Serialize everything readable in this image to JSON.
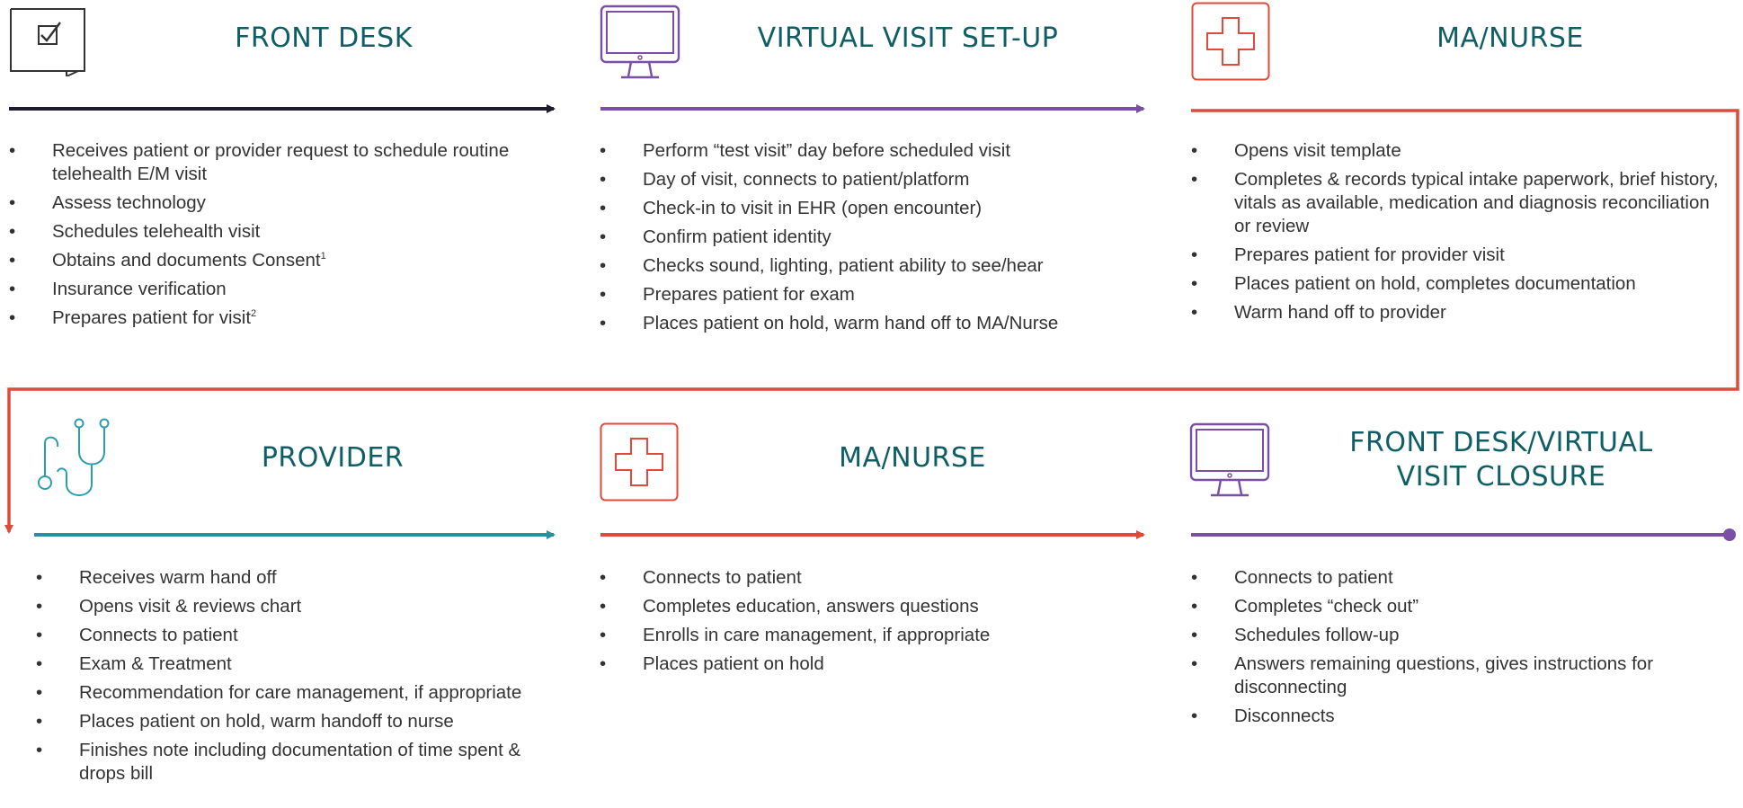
{
  "colors": {
    "title_teal": "#0f5e66",
    "arrow_dark": "#1f1a2e",
    "arrow_purple": "#7b4fa6",
    "arrow_red": "#e04a3a",
    "arrow_teal": "#2a8fa0",
    "icon_purple": "#7b4fa6",
    "icon_red": "#e04a3a",
    "icon_teal": "#2a9fb0",
    "icon_dark": "#333333"
  },
  "steps": [
    {
      "title": "FRONT DESK",
      "icon": "checkbox-chat-icon",
      "bullets": [
        "Receives patient or provider request to schedule routine telehealth E/M visit",
        "Assess technology",
        "Schedules telehealth visit",
        "Obtains and documents Consent",
        "Insurance verification",
        "Prepares patient for visit"
      ],
      "footnotes": {
        "3": "1",
        "5": "2"
      }
    },
    {
      "title": "VIRTUAL VISIT SET-UP",
      "icon": "monitor-icon",
      "bullets": [
        "Perform “test visit” day before scheduled visit",
        "Day of visit, connects to patient/platform",
        "Check-in to visit in EHR (open encounter)",
        "Confirm patient identity",
        "Checks sound, lighting, patient ability to see/hear",
        "Prepares patient for exam",
        "Places patient on hold, warm hand off to MA/Nurse"
      ]
    },
    {
      "title": "MA/NURSE",
      "icon": "medical-cross-icon",
      "bullets": [
        "Opens visit template",
        "Completes & records typical intake paperwork, brief history, vitals as available, medication and diagnosis reconciliation or review",
        "Prepares patient for provider visit",
        "Places patient on hold, completes documentation",
        "Warm hand off to provider"
      ]
    },
    {
      "title": "PROVIDER",
      "icon": "stethoscope-icon",
      "bullets": [
        "Receives warm hand off",
        "Opens visit & reviews chart",
        "Connects to patient",
        "Exam & Treatment",
        "Recommendation for care management, if appropriate",
        "Places patient on hold, warm handoff to nurse",
        "Finishes note including documentation of time spent & drops bill"
      ]
    },
    {
      "title": "MA/NURSE",
      "icon": "medical-cross-icon",
      "bullets": [
        "Connects to patient",
        "Completes education, answers questions",
        "Enrolls in care management, if appropriate",
        "Places patient on hold"
      ]
    },
    {
      "title_line1": "FRONT DESK/VIRTUAL",
      "title_line2": "VISIT CLOSURE",
      "icon": "monitor-icon",
      "bullets": [
        "Connects to patient",
        "Completes “check out”",
        "Schedules follow-up",
        "Answers remaining questions, gives instructions for disconnecting",
        "Disconnects"
      ]
    }
  ]
}
